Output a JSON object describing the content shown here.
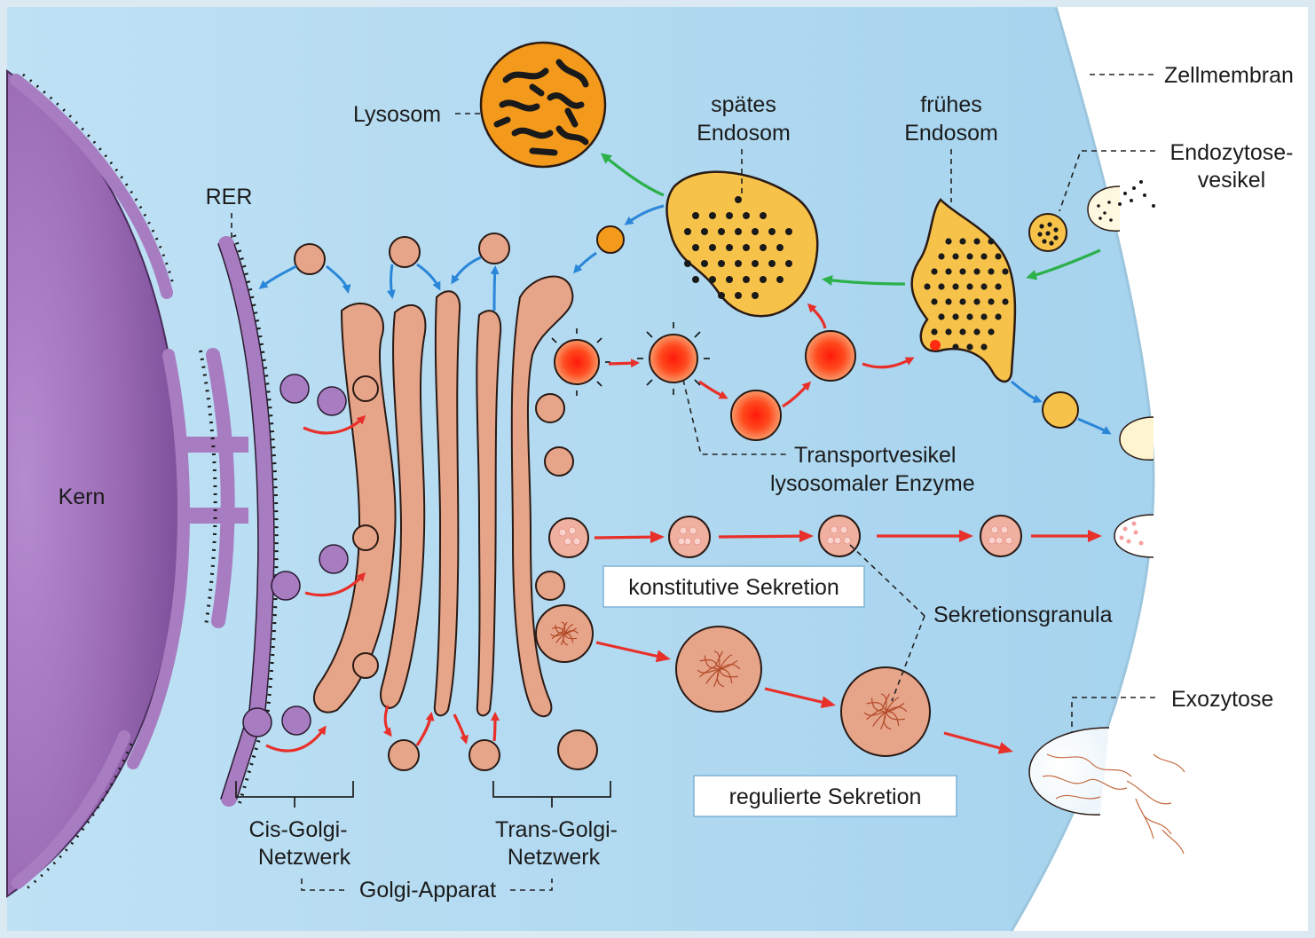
{
  "labels": {
    "zellmembran": "Zellmembran",
    "lysosom": "Lysosom",
    "spaetes_endosom_1": "spätes",
    "spaetes_endosom_2": "Endosom",
    "fruehes_endosom_1": "frühes",
    "fruehes_endosom_2": "Endosom",
    "endozytose_1": "Endozytose-",
    "endozytose_2": "vesikel",
    "rer": "RER",
    "kern": "Kern",
    "transportvesikel_1": "Transportvesikel",
    "transportvesikel_2": "lysosomaler Enzyme",
    "konstitutive": "konstitutive Sekretion",
    "sekretionsgranula": "Sekretionsgranula",
    "exozytose": "Exozytose",
    "regulierte": "regulierte Sekretion",
    "cis_golgi_1": "Cis-Golgi-",
    "cis_golgi_2": "Netzwerk",
    "trans_golgi_1": "Trans-Golgi-",
    "trans_golgi_2": "Netzwerk",
    "golgi_apparat": "Golgi-Apparat"
  },
  "colors": {
    "cytoplasm": "#b5dcf2",
    "background_page": "#cfe4f0",
    "nucleus": "#9a6bb4",
    "rer": "#a77cc0",
    "golgi": "#e6a489",
    "golgi_outline": "#2a1a14",
    "endosome": "#f6c24a",
    "lysosome": "#f39a1c",
    "transport_vesicle": "#ee3a1e",
    "arrow_red": "#e8302a",
    "arrow_blue": "#2a86d8",
    "arrow_green": "#2bb04a"
  }
}
